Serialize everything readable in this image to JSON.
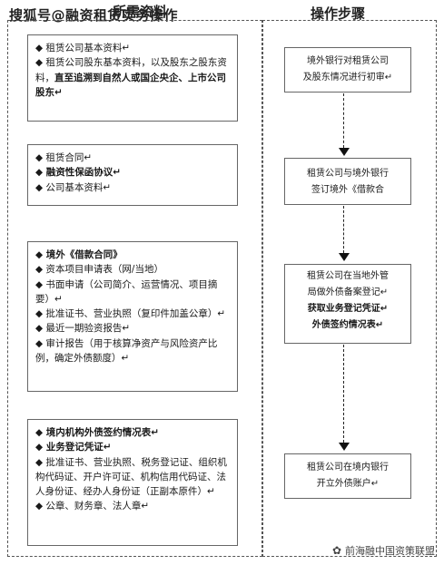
{
  "watermark": "搜狐号@融资租赁实务操作",
  "columns": {
    "left_title": "所需资料",
    "right_title": "操作步骤"
  },
  "doc_groups": [
    {
      "items": [
        {
          "text": "◆ 租赁公司基本资料↵",
          "bold": false
        },
        {
          "text": "◆ 租赁公司股东基本资料，以及股东之股东资料，直至追溯到自然人或国企央企、上市公司股东↵",
          "bold": false,
          "bold_tail": "直至追溯到自然人或国企央企、上市公司股东↵",
          "head": "◆ 租赁公司股东基本资料，以及股东之股东资料，"
        }
      ]
    },
    {
      "items": [
        {
          "text": "◆ 租赁合同↵",
          "bold": false
        },
        {
          "text": "◆ 融资性保函协议↵",
          "bold": true
        },
        {
          "text": "◆ 公司基本资料↵",
          "bold": false
        }
      ]
    },
    {
      "items": [
        {
          "text": "◆ 境外《借款合同》",
          "bold": true
        },
        {
          "text": "◆ 资本项目申请表（网/当地）",
          "bold": false
        },
        {
          "text": "◆ 书面申请（公司简介、运营情况、项目摘要）↵",
          "bold": false
        },
        {
          "text": "◆ 批准证书、营业执照（复印件加盖公章）↵",
          "bold": false
        },
        {
          "text": "◆ 最近一期验资报告↵",
          "bold": false
        },
        {
          "text": "◆ 审计报告（用于核算净资产与风险资产比例，确定外债额度）↵",
          "bold": false
        }
      ]
    },
    {
      "items": [
        {
          "text": "◆ 境内机构外债签约情况表↵",
          "bold": true
        },
        {
          "text": "◆ 业务登记凭证↵",
          "bold": true
        },
        {
          "text": "◆ 批准证书、营业执照、税务登记证、组织机构代码证、开户许可证、机构信用代码证、法人身份证、经办人身份证（正副本原件）↵",
          "bold": false
        },
        {
          "text": "◆ 公章、财务章、法人章↵",
          "bold": false
        }
      ]
    }
  ],
  "steps": [
    {
      "lines": [
        "境外银行对租赁公司",
        "及股东情况进行初审↵"
      ],
      "em": []
    },
    {
      "lines": [
        "租赁公司与境外银行",
        "签订境外《借款合"
      ],
      "em_line": 1,
      "em_text": "《借款合"
    },
    {
      "lines": [
        "租赁公司在当地外管",
        "局做外债备案登记↵",
        "获取业务登记凭证↵",
        "外债签约情况表↵"
      ]
    },
    {
      "lines": [
        "租赁公司在境内银行",
        "开立外债账户↵"
      ]
    }
  ],
  "source": "前海融中国资策联盟"
}
